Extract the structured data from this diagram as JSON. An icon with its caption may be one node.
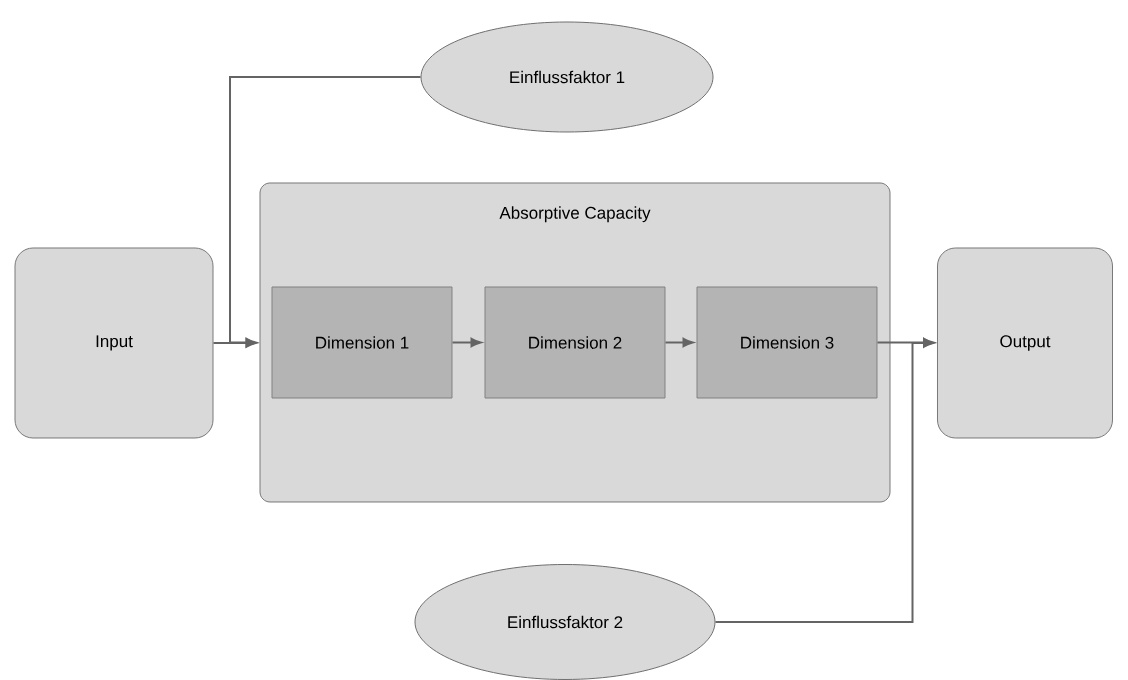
{
  "diagram": {
    "nodes": [
      {
        "text": [
          "Einflussfaktor 1"
        ]
      },
      {
        "text": [
          "Input"
        ]
      },
      {
        "text": [
          "Absorptive Capacity"
        ]
      },
      {
        "text": [
          "Dimension 1"
        ],
        "in": 2
      },
      {
        "text": [
          "Dimension 2"
        ],
        "in": 2
      },
      {
        "text": [
          "Dimension 3"
        ],
        "in": 2
      },
      {
        "text": [
          "Output"
        ]
      },
      {
        "text": [
          "Einflussfaktor 2"
        ]
      }
    ],
    "edges": [
      {
        "from": 1,
        "to": 2,
        "arrow": "to"
      },
      {
        "from": 0,
        "to": 2,
        "arrow": "to"
      },
      {
        "from": 3,
        "to": 4,
        "arrow": "to"
      },
      {
        "from": 4,
        "to": 5,
        "arrow": "to"
      },
      {
        "from": 5,
        "to": 6,
        "arrow": "to"
      },
      {
        "from": 7,
        "to": 6,
        "arrow": "to"
      }
    ]
  }
}
